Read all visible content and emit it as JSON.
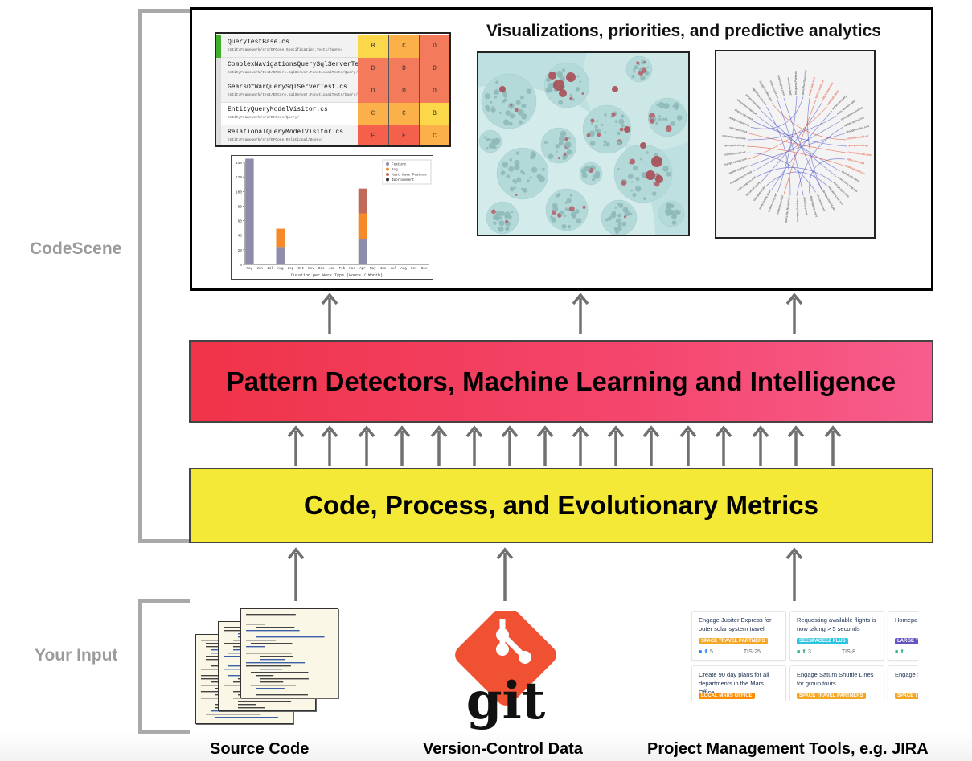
{
  "labels": {
    "codescene": "CodeScene",
    "your_input": "Your Input"
  },
  "viz_title": "Visualizations, priorities, and predictive analytics",
  "bands": {
    "intelligence": "Pattern Detectors, Machine Learning and Intelligence",
    "metrics": "Code, Process, and Evolutionary Metrics"
  },
  "inputs": {
    "source_code": "Source Code",
    "version_control": "Version-Control Data",
    "project_tools": "Project Management Tools, e.g. JIRA",
    "git_text": "git"
  },
  "hotspots": [
    {
      "name": "QueryTestBase.cs",
      "path": "EntityFramework/src/EFCore.Specification.Tests/Query/",
      "grades": [
        "B",
        "C",
        "D"
      ],
      "marker": "#3fae2a"
    },
    {
      "name": "ComplexNavigationsQuerySqlServerTest.cs",
      "path": "EntityFramework/test/EFCore.SqlServer.FunctionalTests/Query/",
      "grades": [
        "D",
        "D",
        "D"
      ],
      "marker": "#dddddd"
    },
    {
      "name": "GearsOfWarQuerySqlServerTest.cs",
      "path": "EntityFramework/test/EFCore.SqlServer.FunctionalTests/Query/",
      "grades": [
        "D",
        "D",
        "D"
      ],
      "marker": "#dddddd"
    },
    {
      "name": "EntityQueryModelVisitor.cs",
      "path": "EntityFramework/src/EFCore/Query/",
      "grades": [
        "C",
        "C",
        "B"
      ],
      "marker": "#dddddd"
    },
    {
      "name": "RelationalQueryModelVisitor.cs",
      "path": "EntityFramework/src/EFCore.Relational/Query/",
      "grades": [
        "E",
        "E",
        "C"
      ],
      "marker": "#dddddd"
    }
  ],
  "grade_colors": {
    "B": "#fbd84a",
    "C": "#fbb04a",
    "D": "#f47a5c",
    "E": "#f4604c"
  },
  "chart_data": {
    "type": "bar",
    "xlabel": "Duration per Work Type (Hours / Month)",
    "ylim": [
      0,
      140
    ],
    "yticks": [
      0,
      20,
      40,
      60,
      80,
      100,
      120,
      140
    ],
    "categories": [
      "May",
      "Jun",
      "Jul",
      "Aug",
      "Sep",
      "Oct",
      "Nov",
      "Dec",
      "Jan",
      "Feb",
      "Mar",
      "Apr",
      "May",
      "Jun",
      "Jul",
      "Aug",
      "Oct",
      "Nov"
    ],
    "legend_position": "top-right",
    "series": [
      {
        "name": "Feature",
        "color": "#8e8cab",
        "values": [
          145,
          0,
          0,
          24,
          0,
          0,
          0,
          0,
          0,
          0,
          0,
          35,
          0,
          0,
          0,
          0,
          0,
          0
        ]
      },
      {
        "name": "Bug",
        "color": "#f78a28",
        "values": [
          0,
          0,
          0,
          25,
          0,
          0,
          0,
          0,
          0,
          0,
          0,
          35,
          0,
          0,
          0,
          0,
          0,
          0
        ]
      },
      {
        "name": "Must Have Feature",
        "color": "#c26a5a",
        "values": [
          0,
          0,
          0,
          0,
          0,
          0,
          0,
          0,
          0,
          0,
          0,
          34,
          0,
          0,
          0,
          0,
          0,
          0
        ]
      },
      {
        "name": "Improvement",
        "color": "#333333",
        "values": [
          0,
          0,
          0,
          0,
          0,
          0,
          0,
          0,
          0,
          0,
          0,
          0,
          0,
          0,
          0,
          0,
          0,
          0
        ]
      }
    ]
  },
  "jira_cards": [
    {
      "title": "Engage Jupiter Express for outer solar system travel",
      "tag": "SPACE TRAVEL PARTNERS",
      "tag_color": "#f5a623",
      "key": "TIS-25",
      "points": "5"
    },
    {
      "title": "Requesting available flights is now taking > 5 seconds",
      "tag": "SEESPACEEZ PLUS",
      "tag_color": "#2bc4e0",
      "key": "TIS-8",
      "points": "3"
    },
    {
      "title": "Homepa inline sty",
      "tag": "LARGE T",
      "tag_color": "#6554c0",
      "key": "",
      "points": ""
    },
    {
      "title": "Create 90 day plans for all departments in the Mars Office",
      "tag": "LOCAL MARS OFFICE",
      "tag_color": "#ff8b00",
      "key": "",
      "points": ""
    },
    {
      "title": "Engage Saturn Shuttle Lines for group tours",
      "tag": "SPACE TRAVEL PARTNERS",
      "tag_color": "#f5a623",
      "key": "",
      "points": ""
    },
    {
      "title": "Engage SpaceW",
      "tag": "SPACE T",
      "tag_color": "#f5a623",
      "key": "",
      "points": ""
    }
  ],
  "edge_labels": [
    "test.query.Pathtests",
    "query.Nav.Navigation",
    "model.state.kind",
    "system.entity.net",
    "entity.lookup.state",
    "core.path.build",
    "sql.server.query",
    "rules.adapters.add",
    "metadata.key.lookup",
    "update.query.cmd",
    "change.tracker.core",
    "internal.model.ref",
    "query.select.expr",
    "convention.set.core",
    "value.gen.track",
    "relational.query.ex",
    "shared.util.check",
    "extensions.map.ops",
    "storage.type.map",
    "migrations.ops.run",
    "design.scaffold.gen",
    "infra.service.ext",
    "diag.logging.event",
    "proxy.lazy.load"
  ]
}
